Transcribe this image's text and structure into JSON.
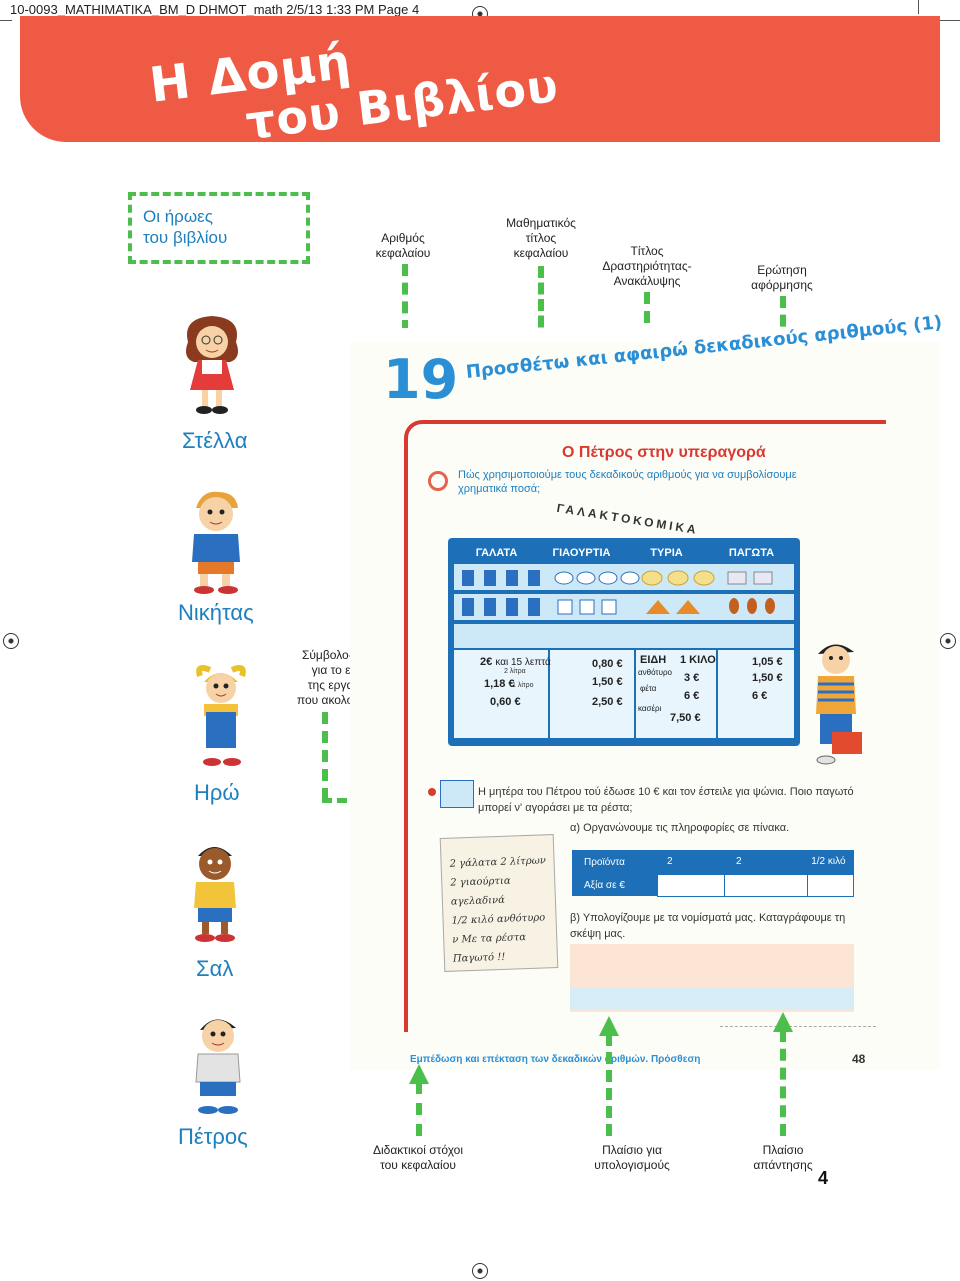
{
  "header": {
    "slug": "10-0093_MATHIMATIKA_BM_D DHMOT_math  2/5/13  1:33 PM  Page 4"
  },
  "banner": {
    "title_line1": "Η Δομή",
    "title_line2": "του Βιβλίου"
  },
  "heroes_box": {
    "text_line1": "Οι ήρωες",
    "text_line2": "του βιβλίου"
  },
  "labels": {
    "chapter_number": [
      "Αριθμός",
      "κεφαλαίου"
    ],
    "math_title": [
      "Μαθηματικός",
      "τίτλος",
      "κεφαλαίου"
    ],
    "activity_title": [
      "Τίτλος",
      "Δραστηριότητας-",
      "Ανακάλυψης"
    ],
    "trigger_question": [
      "Ερώτηση",
      "αφόρμησης"
    ],
    "key_symbol": [
      "Σύμβολο-κλειδί",
      "για το είδος",
      "της εργασίας",
      "που ακολουθεί(*)"
    ],
    "teaching_goals": [
      "Διδακτικοί στόχοι",
      "του κεφαλαίου"
    ],
    "calc_frame": [
      "Πλαίσιο για",
      "υπολογισμούς"
    ],
    "answer_frame": [
      "Πλαίσιο",
      "απάντησης"
    ]
  },
  "heroes": [
    "Στέλλα",
    "Νικήτας",
    "Ηρώ",
    "Σαλ",
    "Πέτρος"
  ],
  "book_page": {
    "chapter_number": "19",
    "chapter_title": "Προσθέτω και αφαιρώ δεκαδικούς αριθμούς (1)",
    "activity_title": "Ο Πέτρος στην υπεραγορά",
    "question": "Πώς χρησιμοποιούμε τους δεκαδικούς αριθμούς για να συμβολίσουμε χρηματικά ποσά;",
    "store_sign": "ΓΑΛΑΚΤΟΚΟΜΙΚΑ",
    "store_sections": [
      "ΓΑΛΑΤΑ",
      "ΓΙΑΟΥΡΤΙΑ",
      "ΤΥΡΙΑ",
      "ΠΑΓΩΤΑ"
    ],
    "prices": {
      "milk_a": "2€",
      "milk_a_note": "και 15 λεπτά",
      "milk_a_sub": "2 λίτρα",
      "milk_b": "1,18 €",
      "milk_b_sub": "1 λίτρο",
      "milk_c": "0,60 €",
      "yog_a": "0,80 €",
      "yog_b": "1,50 €",
      "yog_c": "2,50 €",
      "cheese_head_items": "ΕΙΔΗ",
      "cheese_head_kilo": "1 ΚΙΛΟ",
      "cheese_1": "ανθότυρο",
      "cheese_1_price": "3 €",
      "cheese_2": "φέτα",
      "cheese_2_price": "6 €",
      "cheese_3": "κασέρι",
      "cheese_3_price": "7,50 €",
      "ice_a": "1,05 €",
      "ice_b": "1,50 €",
      "ice_c": "6 €"
    },
    "task": "Η μητέρα του Πέτρου τού έδωσε 10 € και τον έστειλε για ψώνια. Ποιο παγωτό μπορεί ν' αγοράσει με τα ρέστα;",
    "subtask_a": "α) Οργανώνουμε τις πληροφορίες σε πίνακα.",
    "table": {
      "row1_label": "Προϊόντα",
      "row2_label": "Αξία σε €",
      "item1_qty": "2",
      "item2_qty": "2",
      "item3_qty": "1/2 κιλό"
    },
    "note_lines": [
      "2 γάλατα 2 λίτρων",
      "2 γιαούρτια αγελαδινά",
      "1/2 κιλό ανθότυρο",
      "ν Με τα ρέστα",
      "Παγωτό !!"
    ],
    "subtask_b": "β) Υπολογίζουμε με τα νομίσματά μας. Καταγράφουμε τη σκέψη μας.",
    "footer_text": "Εμπέδωση και επέκταση των δεκαδικών αριθμών. Πρόσθεση",
    "footer_page": "48"
  },
  "page_number": "4",
  "colors": {
    "banner": "#ee5a43",
    "green": "#4cbe4b",
    "blue": "#1d7fbf",
    "red": "#d93a2f"
  }
}
